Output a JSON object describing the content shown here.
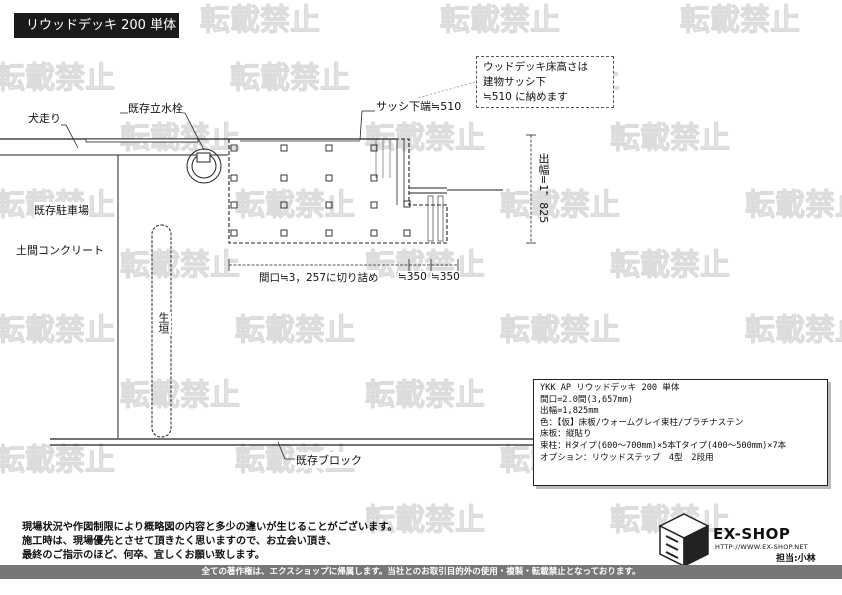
{
  "title": "リウッドデッキ 200 単体",
  "watermark": "転載禁止",
  "note": {
    "lines": [
      "ウッドデッキ床高さは",
      "建物サッシ下",
      "≒510 に納めます"
    ]
  },
  "labels": {
    "inuhashiri": "犬走り",
    "suisen": "既存立水栓",
    "sash": "サッシ下端≒510",
    "parking": "既存駐車場",
    "concrete": "土間コンクリート",
    "hedge": "生垣",
    "block": "既存ブロック",
    "depth": "出幅=1，825",
    "width": "間口≒3，257に切り詰め",
    "dim350a": "≒350",
    "dim350b": "≒350"
  },
  "info": {
    "lines": [
      "YKK AP リウッドデッキ 200 単体",
      "間口=2.0間(3,657mm)",
      "出幅=1,825mm",
      "色：【仮】床板/ウォームグレイ束柱/プラチナステン",
      "床板：縦貼り",
      "束柱：Hタイプ(600～700mm)×5本Tタイプ(400～500mm)×7本",
      "オプション：リウッドステップ　4型　2段用"
    ]
  },
  "disclaimer": {
    "lines": [
      "現場状況や作図制限により概略図の内容と多少の違いが生じることがございます。",
      "施工時は、現場優先とさせて頂きたく思いますので、お立会い頂き、",
      "最終のご指示のほど、何卒、宜しくお願い致します。"
    ]
  },
  "logo": {
    "name": "EX-SHOP",
    "url": "HTTP://WWW.EX-SHOP.NET",
    "staff": "担当:小林"
  },
  "footer": "全ての著作権は、エクスショップに帰属します。当社とのお取引目的外の使用・複製・転載禁止となっております。"
}
